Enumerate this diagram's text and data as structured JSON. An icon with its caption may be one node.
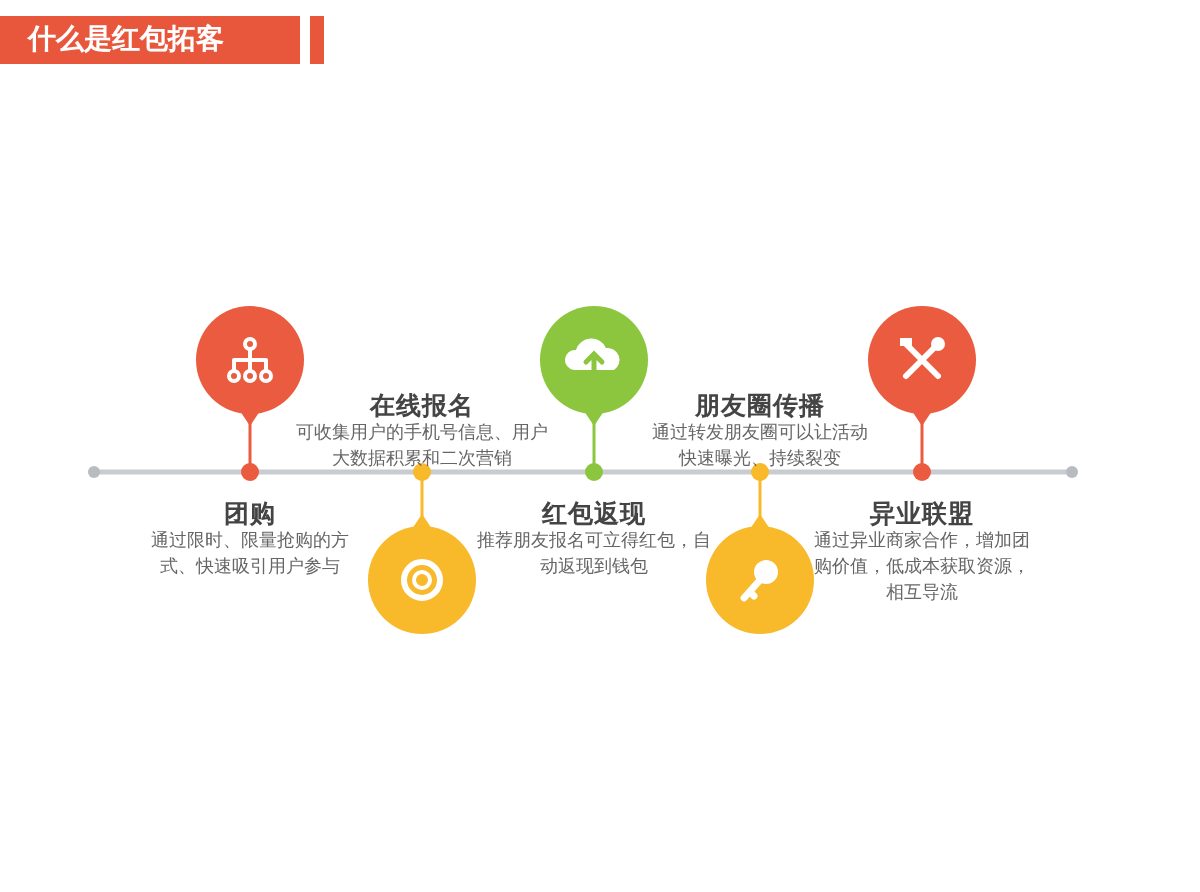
{
  "diagram": {
    "title": "什么是红包拓客",
    "nodes": [
      {
        "text": [],
        "shape": "circle",
        "beside": [
          "团购",
          "通过限时、限量抢购的方式、快速吸引用户参与"
        ]
      },
      {
        "text": [],
        "shape": "circle",
        "beside": [
          "在线报名",
          "可收集用户的手机号信息、用户大数据积累和二次营销"
        ]
      },
      {
        "text": [],
        "shape": "circle",
        "beside": [
          "红包返现",
          "推荐朋友报名可立得红包，自动返现到钱包"
        ]
      },
      {
        "text": [],
        "shape": "circle",
        "beside": [
          "朋友圈传播",
          "通过转发朋友圈可以让活动快速曝光、持续裂变"
        ]
      },
      {
        "text": [],
        "shape": "circle",
        "beside": [
          "异业联盟",
          "通过异业商家合作，增加团购价值，低成本获取资源，相互导流"
        ]
      }
    ]
  }
}
